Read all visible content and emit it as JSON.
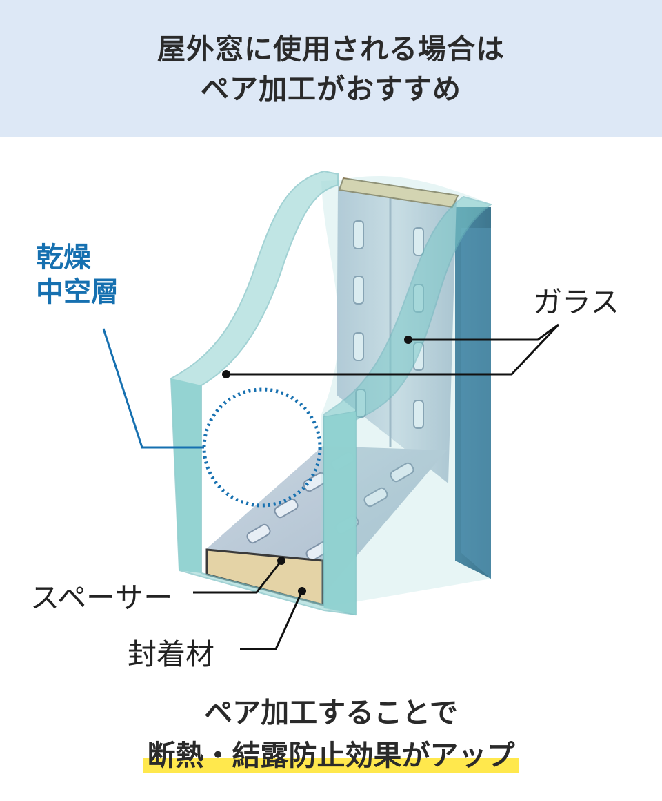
{
  "header": {
    "line1": "屋外窓に使用される場合は",
    "line2": "ペア加工がおすすめ"
  },
  "labels": {
    "dry_layer_line1": "乾燥",
    "dry_layer_line2": "中空層",
    "glass": "ガラス",
    "spacer": "スペーサー",
    "sealant": "封着材"
  },
  "footer": {
    "line1": "ペア加工することで",
    "line2": "断熱・結露防止効果がアップ"
  },
  "colors": {
    "header_bg": "#dde8f6",
    "accent_blue": "#1670b0",
    "highlight_yellow": "#ffe84d",
    "glass": "#9fd6d6",
    "spacer_tan": "#e4d3a6"
  }
}
